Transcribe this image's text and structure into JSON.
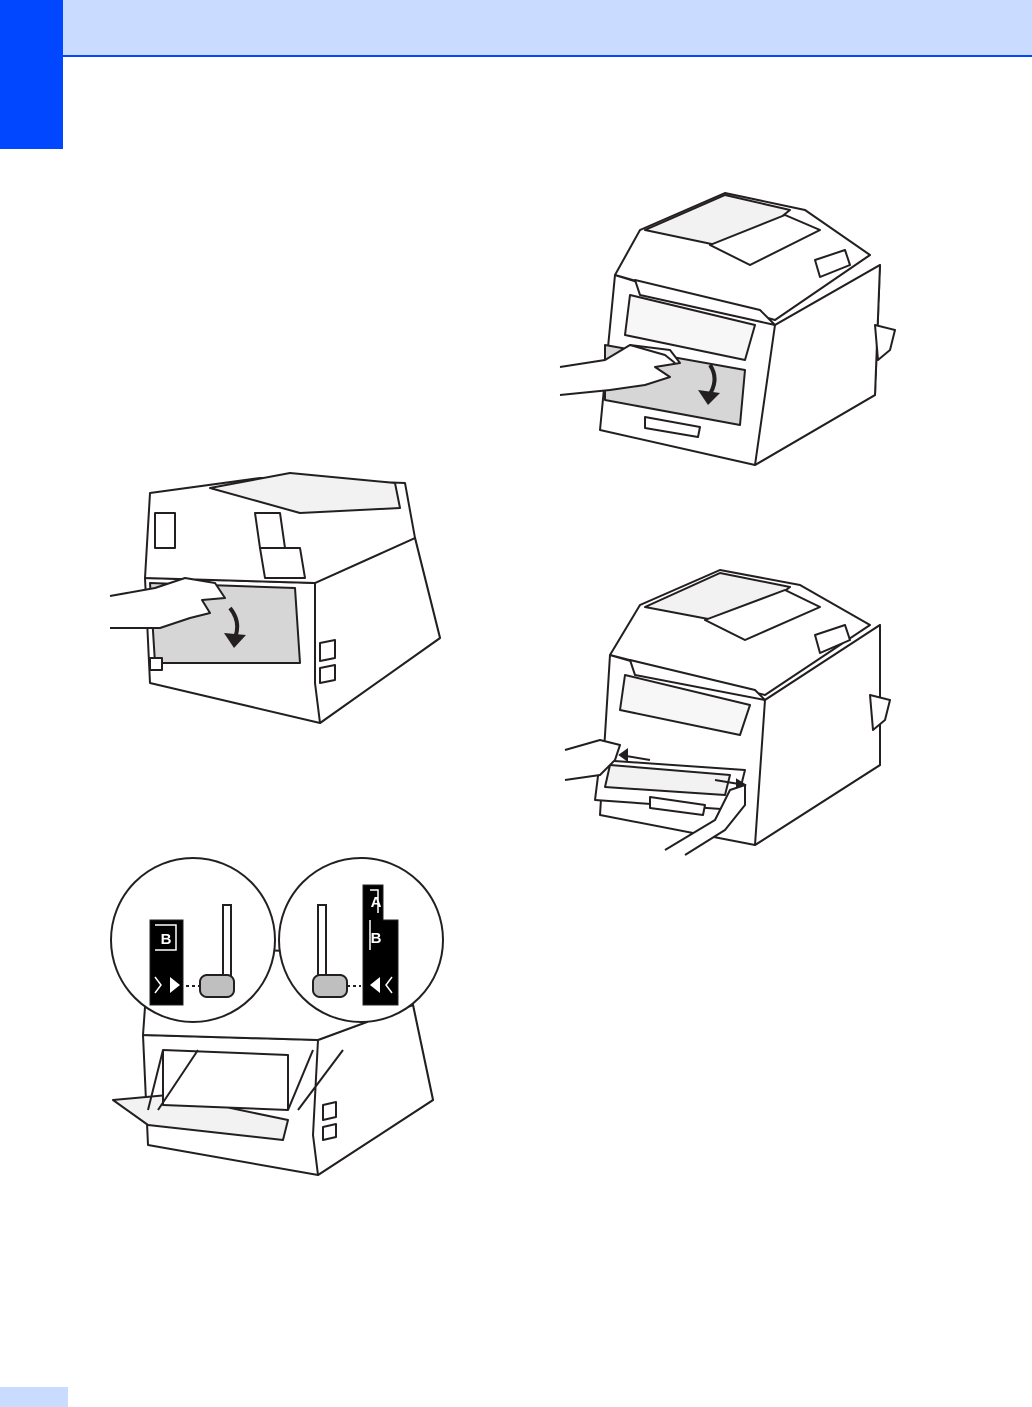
{
  "header": {
    "band_color": "#c9dbff",
    "rule_color": "#0047ff",
    "tab_color": "#0047ff"
  },
  "illustrations": [
    {
      "id": "front-open-tray",
      "icon": "printer-front-hand-open-icon"
    },
    {
      "id": "back-open-cover",
      "icon": "printer-back-hand-open-icon"
    },
    {
      "id": "front-paper-guides",
      "icon": "printer-front-hands-guides-icon"
    },
    {
      "id": "back-envelope-levers",
      "icon": "printer-back-levers-zoom-icon"
    }
  ],
  "callouts": {
    "left_label": "B",
    "right_label_top": "A",
    "right_label_bottom": "B"
  },
  "footer": {
    "tab_color": "#c9dbff"
  }
}
